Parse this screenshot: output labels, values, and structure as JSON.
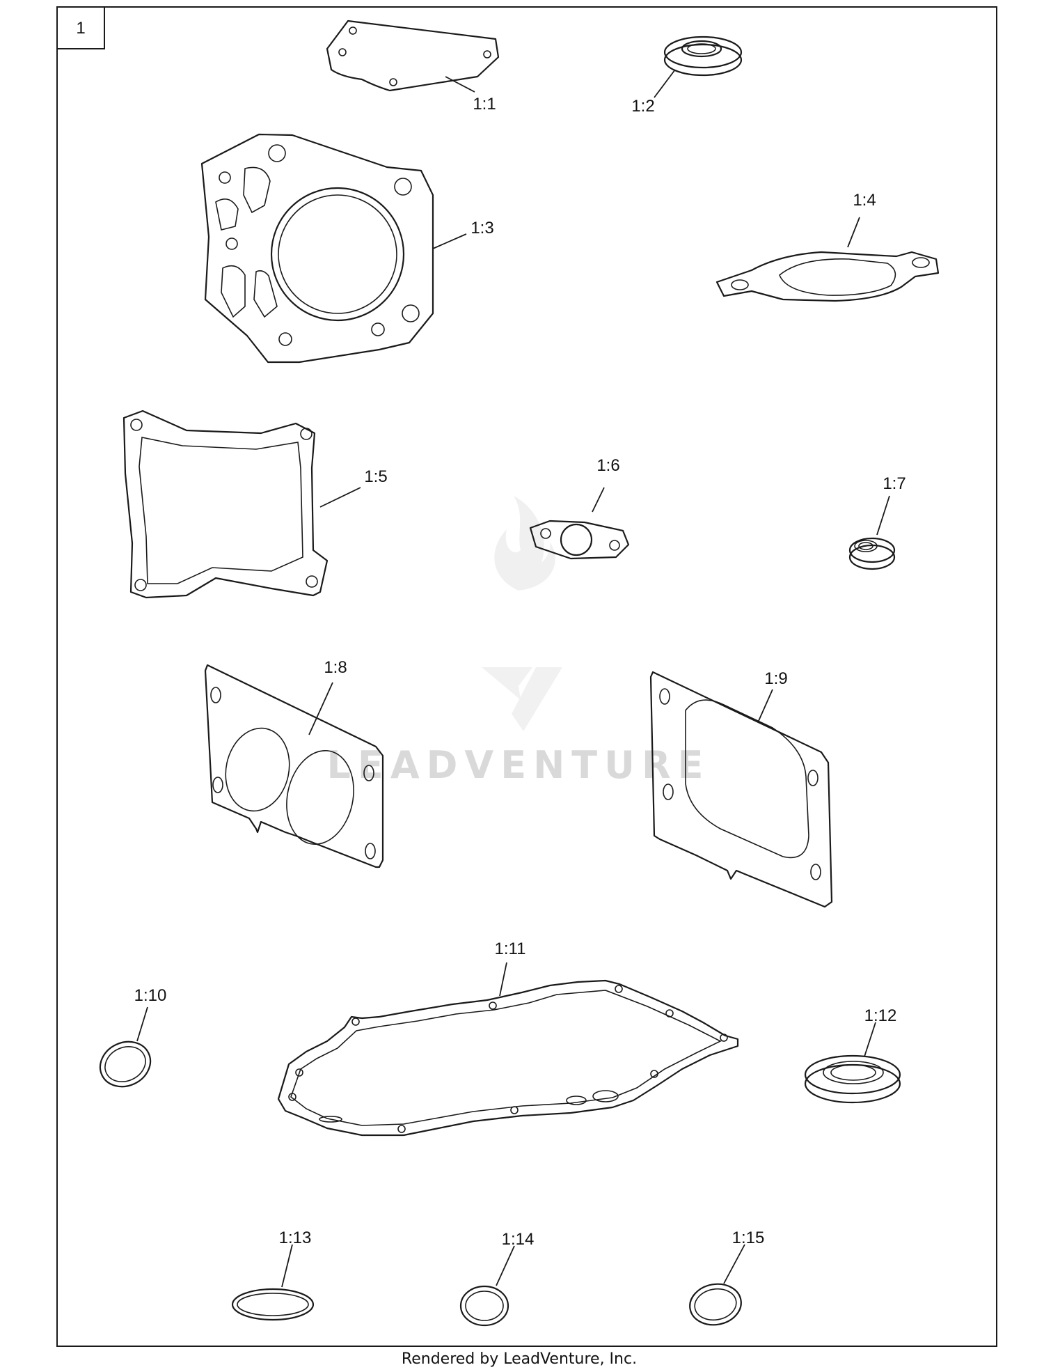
{
  "figure": {
    "index_number": "1",
    "watermark": "LEADVENTURE",
    "footer": "Rendered by LeadVenture, Inc."
  },
  "parts": [
    {
      "label": "1:1",
      "shape": "plate-gasket"
    },
    {
      "label": "1:2",
      "shape": "oil-seal"
    },
    {
      "label": "1:3",
      "shape": "cylinder-head-gasket"
    },
    {
      "label": "1:4",
      "shape": "exhaust-gasket"
    },
    {
      "label": "1:5",
      "shape": "valve-cover-gasket"
    },
    {
      "label": "1:6",
      "shape": "flange-gasket"
    },
    {
      "label": "1:7",
      "shape": "small-oil-seal"
    },
    {
      "label": "1:8",
      "shape": "intake-gasket-twin-port"
    },
    {
      "label": "1:9",
      "shape": "intake-gasket-oval-port"
    },
    {
      "label": "1:10",
      "shape": "o-ring"
    },
    {
      "label": "1:11",
      "shape": "crankcase-gasket"
    },
    {
      "label": "1:12",
      "shape": "oil-seal"
    },
    {
      "label": "1:13",
      "shape": "o-ring"
    },
    {
      "label": "1:14",
      "shape": "o-ring"
    },
    {
      "label": "1:15",
      "shape": "o-ring"
    }
  ]
}
